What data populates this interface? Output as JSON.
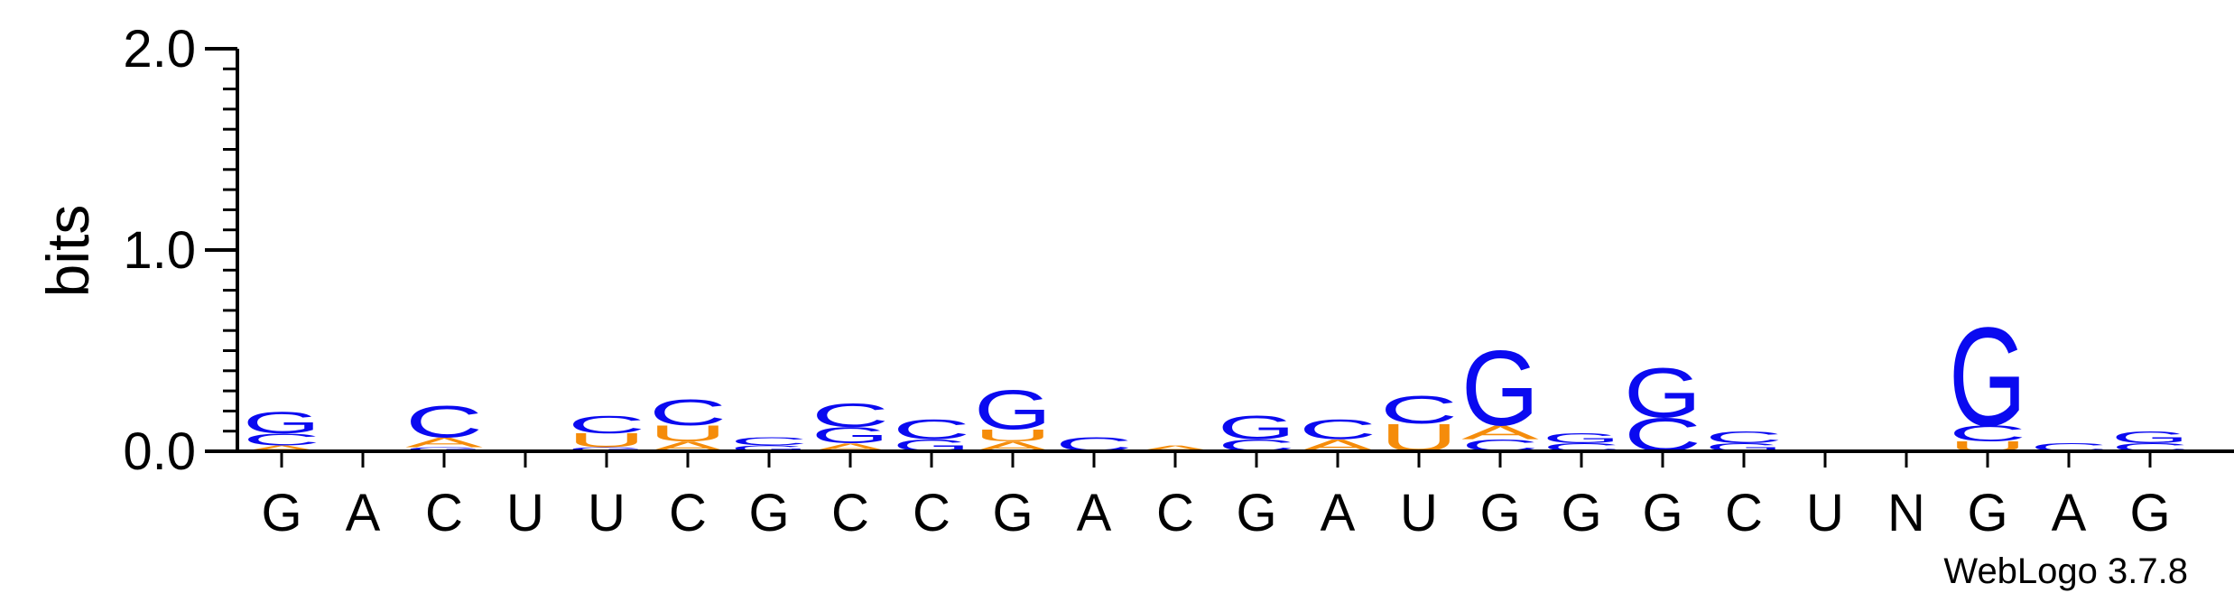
{
  "chart_data": {
    "type": "sequence-logo",
    "ylabel": "bits",
    "ylim": [
      0,
      2.0
    ],
    "yticks": [
      "0.0",
      "1.0",
      "2.0"
    ],
    "positions": [
      "G",
      "A",
      "C",
      "U",
      "U",
      "C",
      "G",
      "C",
      "C",
      "G",
      "A",
      "C",
      "G",
      "A",
      "U",
      "G",
      "G",
      "G",
      "C",
      "U",
      "N",
      "G",
      "A",
      "G"
    ],
    "colors": {
      "G": "#0a0af0",
      "C": "#0a0af0",
      "A": "#f58c0a",
      "U": "#f58c0a"
    },
    "stacks": [
      [
        [
          "A",
          0.03
        ],
        [
          "C",
          0.06
        ],
        [
          "G",
          0.11
        ]
      ],
      [
        [
          "G",
          0.01
        ]
      ],
      [
        [
          "G",
          0.02
        ],
        [
          "A",
          0.05
        ],
        [
          "C",
          0.16
        ]
      ],
      [],
      [
        [
          "G",
          0.02
        ],
        [
          "U",
          0.07
        ],
        [
          "C",
          0.09
        ]
      ],
      [
        [
          "A",
          0.05
        ],
        [
          "U",
          0.08
        ],
        [
          "C",
          0.13
        ]
      ],
      [
        [
          "G",
          0.03
        ],
        [
          "C",
          0.04
        ]
      ],
      [
        [
          "A",
          0.04
        ],
        [
          "G",
          0.08
        ],
        [
          "C",
          0.12
        ]
      ],
      [
        [
          "G",
          0.06
        ],
        [
          "C",
          0.1
        ]
      ],
      [
        [
          "A",
          0.05
        ],
        [
          "U",
          0.06
        ],
        [
          "G",
          0.2
        ]
      ],
      [
        [
          "C",
          0.07
        ]
      ],
      [
        [
          "A",
          0.03
        ]
      ],
      [
        [
          "C",
          0.06
        ],
        [
          "G",
          0.12
        ]
      ],
      [
        [
          "A",
          0.06
        ],
        [
          "C",
          0.1
        ]
      ],
      [
        [
          "U",
          0.14
        ],
        [
          "C",
          0.14
        ]
      ],
      [
        [
          "C",
          0.06
        ],
        [
          "A",
          0.07
        ],
        [
          "G",
          0.38
        ]
      ],
      [
        [
          "C",
          0.04
        ],
        [
          "G",
          0.05
        ]
      ],
      [
        [
          "C",
          0.17
        ],
        [
          "G",
          0.25
        ]
      ],
      [
        [
          "G",
          0.04
        ],
        [
          "C",
          0.06
        ]
      ],
      [],
      [],
      [
        [
          "U",
          0.05
        ],
        [
          "C",
          0.08
        ],
        [
          "G",
          0.5
        ]
      ],
      [
        [
          "C",
          0.04
        ]
      ],
      [
        [
          "C",
          0.04
        ],
        [
          "G",
          0.06
        ]
      ]
    ],
    "footer": "WebLogo 3.7.8"
  }
}
